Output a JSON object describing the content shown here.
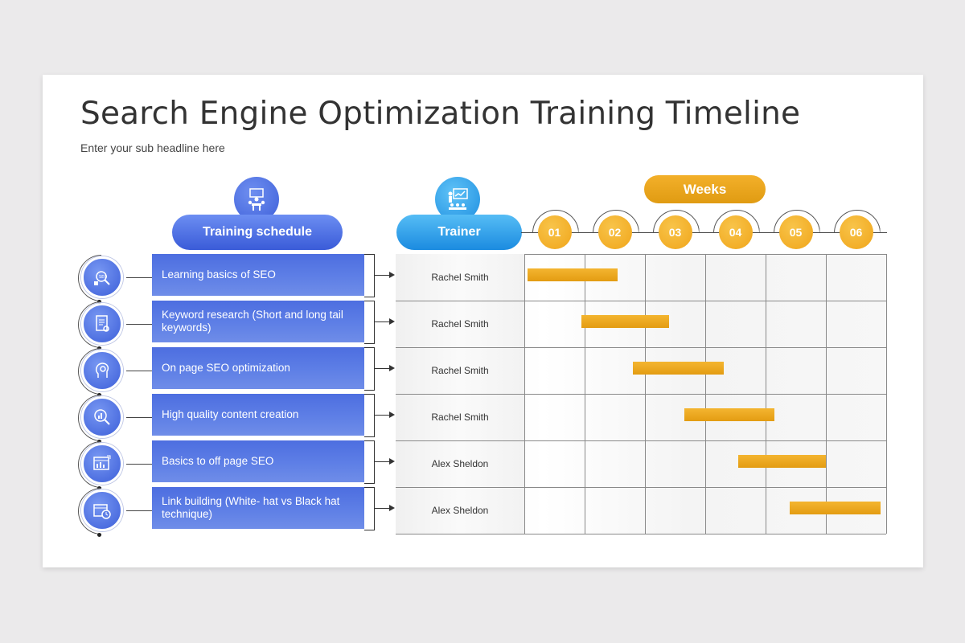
{
  "title": "Search Engine Optimization Training Timeline",
  "subtitle": "Enter your sub headline here",
  "headers": {
    "training_schedule": "Training schedule",
    "trainer": "Trainer",
    "weeks": "Weeks"
  },
  "week_labels": [
    "01",
    "02",
    "03",
    "04",
    "05",
    "06"
  ],
  "tasks": [
    {
      "label": "Learning basics of SEO",
      "trainer": "Rachel Smith",
      "icon": "seo-tools-icon",
      "start_week": 1.05,
      "end_week": 2.55
    },
    {
      "label": "Keyword research (Short and long tail keywords)",
      "trainer": "Rachel Smith",
      "icon": "keyword-document-icon",
      "start_week": 1.95,
      "end_week": 3.4
    },
    {
      "label": "On page SEO optimization",
      "trainer": "Rachel Smith",
      "icon": "head-gear-icon",
      "start_week": 2.8,
      "end_week": 4.3
    },
    {
      "label": "High quality content creation",
      "trainer": "Rachel Smith",
      "icon": "magnifier-chart-icon",
      "start_week": 3.65,
      "end_week": 5.15
    },
    {
      "label": "Basics to off page SEO",
      "trainer": "Alex Sheldon",
      "icon": "browser-chart-icon",
      "start_week": 4.55,
      "end_week": 6.0
    },
    {
      "label": "Link building (White- hat vs Black hat technique)",
      "trainer": "Alex Sheldon",
      "icon": "clock-calendar-icon",
      "start_week": 5.4,
      "end_week": 6.9
    }
  ],
  "colors": {
    "task_blue": "#4d6ee0",
    "trainer_cyan": "#1b8be0",
    "bar_orange": "#f0a51a"
  }
}
